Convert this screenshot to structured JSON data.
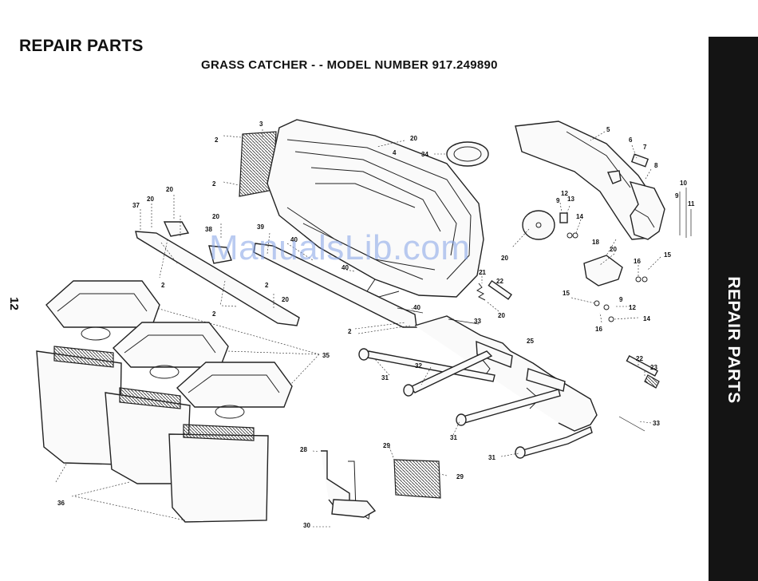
{
  "header": {
    "title": "REPAIR PARTS",
    "subtitle": "GRASS CATCHER - - MODEL NUMBER 917.249890",
    "page_number": "12"
  },
  "side_tab": {
    "label": "REPAIR PARTS"
  },
  "watermark": "ManualsLib.com",
  "callouts": {
    "c2a": "2",
    "c3": "3",
    "c20a": "20",
    "c4": "4",
    "c34": "34",
    "c5": "5",
    "c6": "6",
    "c7": "7",
    "c8": "8",
    "c10": "10",
    "c9a": "9",
    "c11": "11",
    "c2b": "2",
    "c20b": "20",
    "c20c": "20",
    "c37": "37",
    "c20d": "20",
    "c38": "38",
    "c39": "39",
    "c40a": "40",
    "c12a": "12",
    "c13": "13",
    "c9b": "9",
    "c14a": "14",
    "c20e": "20",
    "c18": "18",
    "c20f": "20",
    "c15a": "15",
    "c16a": "16",
    "c2c": "2",
    "c40b": "40",
    "c21": "21",
    "c22a": "22",
    "c20g": "20",
    "c2d": "2",
    "c20h": "20",
    "c15b": "15",
    "c12b": "12",
    "c9c": "9",
    "c16b": "16",
    "c14b": "14",
    "c40c": "40",
    "c2e": "2",
    "c20i": "20",
    "c33a": "33",
    "c35": "35",
    "c25": "25",
    "c31a": "31",
    "c32": "32",
    "c22b": "22",
    "c23": "23",
    "c31b": "31",
    "c33b": "33",
    "c31c": "31",
    "c28": "28",
    "c29a": "29",
    "c29b": "29",
    "c30": "30",
    "c36": "36"
  }
}
